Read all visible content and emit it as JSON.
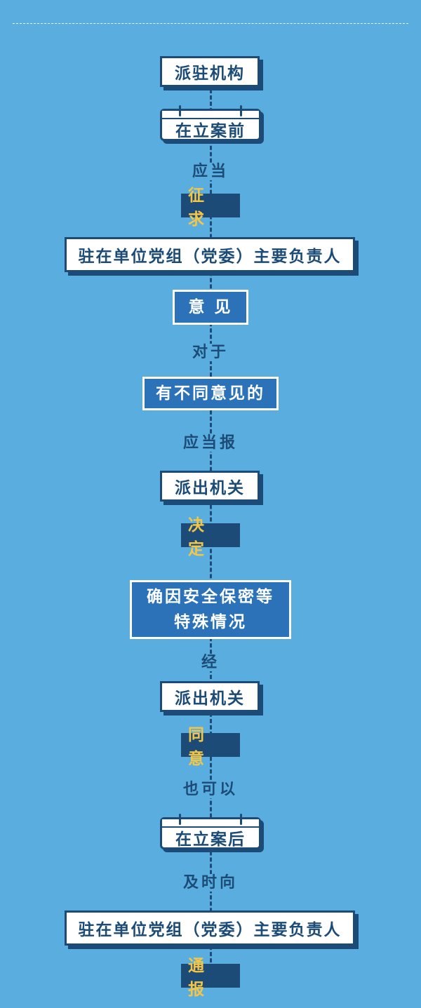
{
  "steps": {
    "dispatch_agency": "派驻机构",
    "before_filing": "在立案前",
    "should_1": "应当",
    "solicit": "征 求",
    "unit_leader_1": "驻在单位党组（党委）主要负责人",
    "opinion": "意 见",
    "regarding": "对于",
    "disagree": "有不同意见的",
    "should_report": "应当报",
    "dispatching_organ_1": "派出机关",
    "decide": "决 定",
    "confidentiality_line1": "确因安全保密等",
    "confidentiality_line2": "特殊情况",
    "via": "经",
    "dispatching_organ_2": "派出机关",
    "approve": "同 意",
    "also_may": "也可以",
    "after_filing": "在立案后",
    "promptly_to": "及时向",
    "unit_leader_2": "驻在单位党组（党委）主要负责人",
    "notify": "通 报"
  },
  "colors": {
    "background": "#5aaedf",
    "navy": "#1b4b76",
    "accent_blue": "#2b72b8",
    "gold": "#f6c544",
    "white": "#ffffff"
  }
}
